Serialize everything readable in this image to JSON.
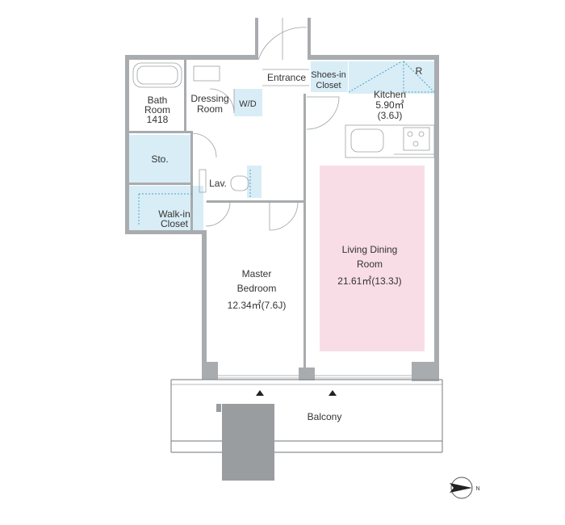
{
  "colors": {
    "wall": "#a9acaf",
    "wet_area": "#d9edf6",
    "living_floor": "#f8dde6",
    "line": "#8c8f92"
  },
  "rooms": {
    "bath": {
      "line1": "Bath",
      "line2": "Room",
      "line3": "1418"
    },
    "dressing": {
      "line1": "Dressing",
      "line2": "Room"
    },
    "wd": {
      "label": "W/D"
    },
    "entrance": {
      "label": "Entrance"
    },
    "shoes": {
      "line1": "Shoes-in",
      "line2": "Closet"
    },
    "kitchen": {
      "line1": "Kitchen",
      "line2": "5.90㎡",
      "line3": "(3.6J)"
    },
    "fridge": {
      "label": "R"
    },
    "storage": {
      "label": "Sto."
    },
    "lav": {
      "label": "Lav."
    },
    "walkin": {
      "line1": "Walk-in",
      "line2": "Closet"
    },
    "living": {
      "line1": "Living Dining",
      "line2": "Room",
      "line3": "21.61㎡(13.3J)"
    },
    "master": {
      "line1": "Master",
      "line2": "Bedroom",
      "line3": "12.34㎡(7.6J)"
    },
    "balcony": {
      "label": "Balcony"
    }
  },
  "compass": {
    "label": "N",
    "icon": "north-arrow-icon"
  }
}
